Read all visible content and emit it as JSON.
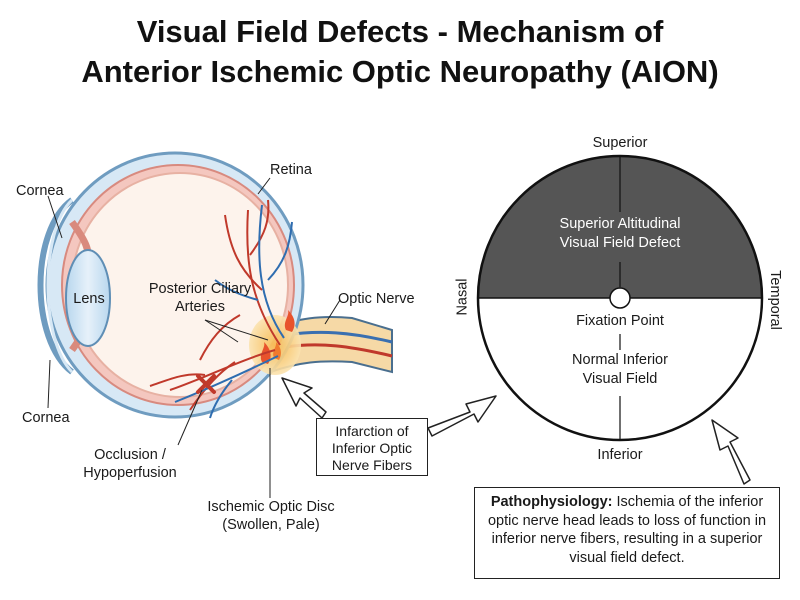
{
  "title": {
    "line1": "Visual Field Defects - Mechanism of",
    "line2": "Anterior Ischemic Optic Neuropathy (AION)"
  },
  "eye_labels": {
    "cornea_top": "Cornea",
    "cornea_bottom": "Cornea",
    "lens": "Lens",
    "retina": "Retina",
    "posterior_ciliary_line1": "Posterior Ciliary",
    "posterior_ciliary_line2": "Arteries",
    "optic_nerve": "Optic Nerve",
    "occlusion_line1": "Occlusion /",
    "occlusion_line2": "Hypoperfusion",
    "disc_line1": "Ischemic Optic Disc",
    "disc_line2": "(Swollen, Pale)"
  },
  "callout": {
    "line1": "Infarction of",
    "line2": "Inferior Optic",
    "line3": "Nerve Fibers"
  },
  "visual_field": {
    "superior": "Superior",
    "inferior": "Inferior",
    "nasal": "Nasal",
    "temporal": "Temporal",
    "defect_line1": "Superior Altitudinal",
    "defect_line2": "Visual Field Defect",
    "fixation": "Fixation Point",
    "normal_line1": "Normal Inferior",
    "normal_line2": "Visual Field"
  },
  "pathophysiology": {
    "heading": "Pathophysiology:",
    "text": " Ischemia of the inferior optic nerve head leads to loss of function in inferior nerve fibers, resulting in a superior visual field defect."
  },
  "colors": {
    "defect_fill": "#555555",
    "artery": "#c0392b",
    "vein": "#2f6db0",
    "sclera": "#9cc3e0",
    "choroid": "#e9a49a",
    "nerve": "#f3c98a"
  }
}
